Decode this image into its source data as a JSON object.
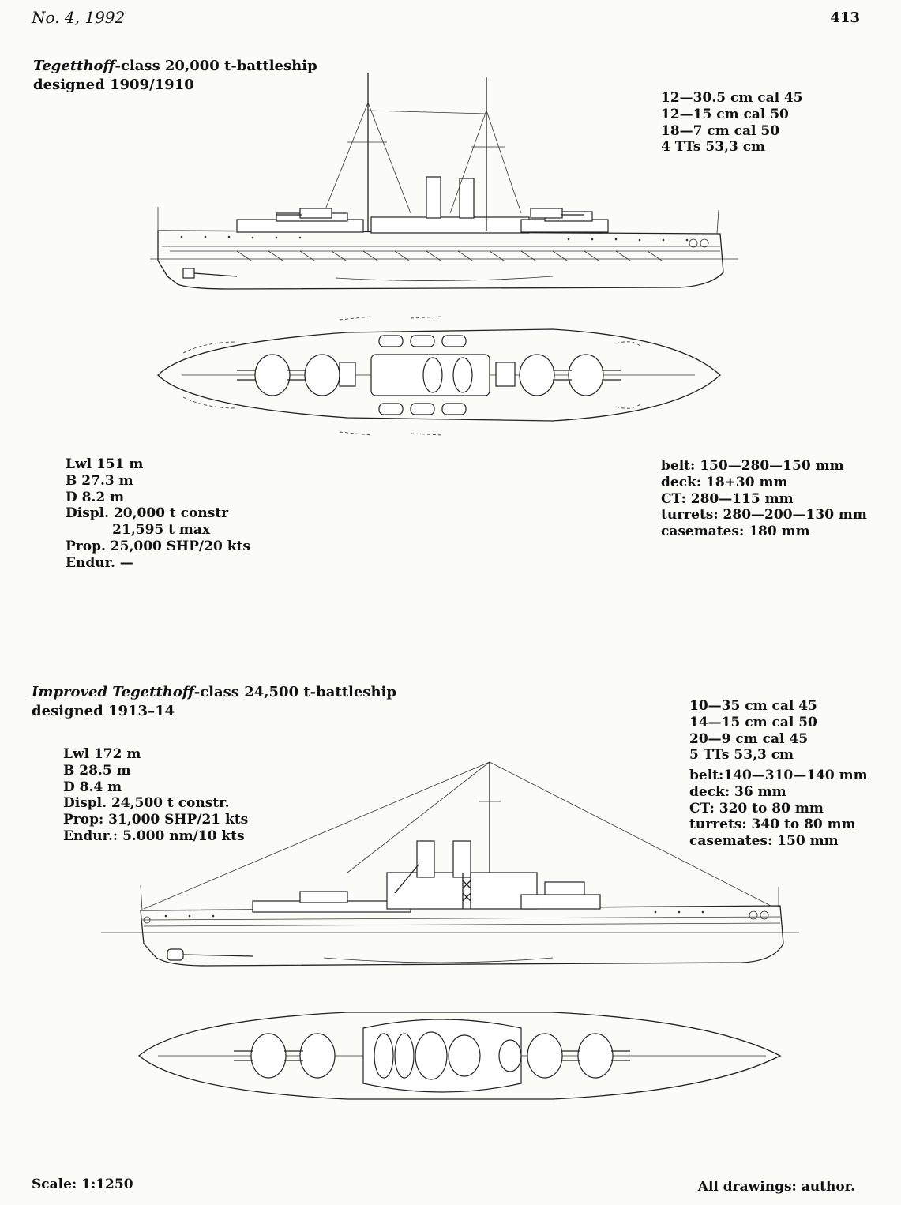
{
  "header": {
    "issue": "No. 4, 1992",
    "page_number": "413"
  },
  "ship1": {
    "title_italic": "Tegetthoff",
    "title_rest": "-class 20,000 t-battleship",
    "designed": "designed 1909/1910",
    "armament": [
      "12—30.5 cm cal 45",
      "12—15 cm cal 50",
      "18—7 cm cal 50",
      "4 TTs 53,3 cm"
    ],
    "dimensions": [
      "Lwl 151 m",
      "B 27.3 m",
      "D 8.2 m",
      "Displ. 20,000 t constr",
      "          21,595 t max",
      "Prop. 25,000 SHP/20 kts",
      "Endur. —"
    ],
    "armor": [
      "belt: 150—280—150 mm",
      "deck: 18+30 mm",
      "CT: 280—115 mm",
      "turrets: 280—200—130 mm",
      "casemates: 180 mm"
    ]
  },
  "ship2": {
    "title_italic": "Improved Tegetthoff",
    "title_rest": "-class 24,500 t-battleship",
    "designed": "designed 1913–14",
    "dimensions": [
      "Lwl 172 m",
      "B 28.5 m",
      "D 8.4 m",
      "Displ. 24,500 t constr.",
      "Prop: 31,000 SHP/21 kts",
      "Endur.: 5.000 nm/10 kts"
    ],
    "armament": [
      "10—35 cm cal 45",
      "14—15 cm cal 50",
      "20—9 cm cal 45",
      "5 TTs 53,3 cm"
    ],
    "armor": [
      "belt:140—310—140 mm",
      "deck: 36 mm",
      "CT: 320 to 80 mm",
      "turrets: 340 to 80 mm",
      "casemates: 150 mm"
    ]
  },
  "footer": {
    "scale": "Scale: 1:1250",
    "credit": "All drawings: author."
  }
}
